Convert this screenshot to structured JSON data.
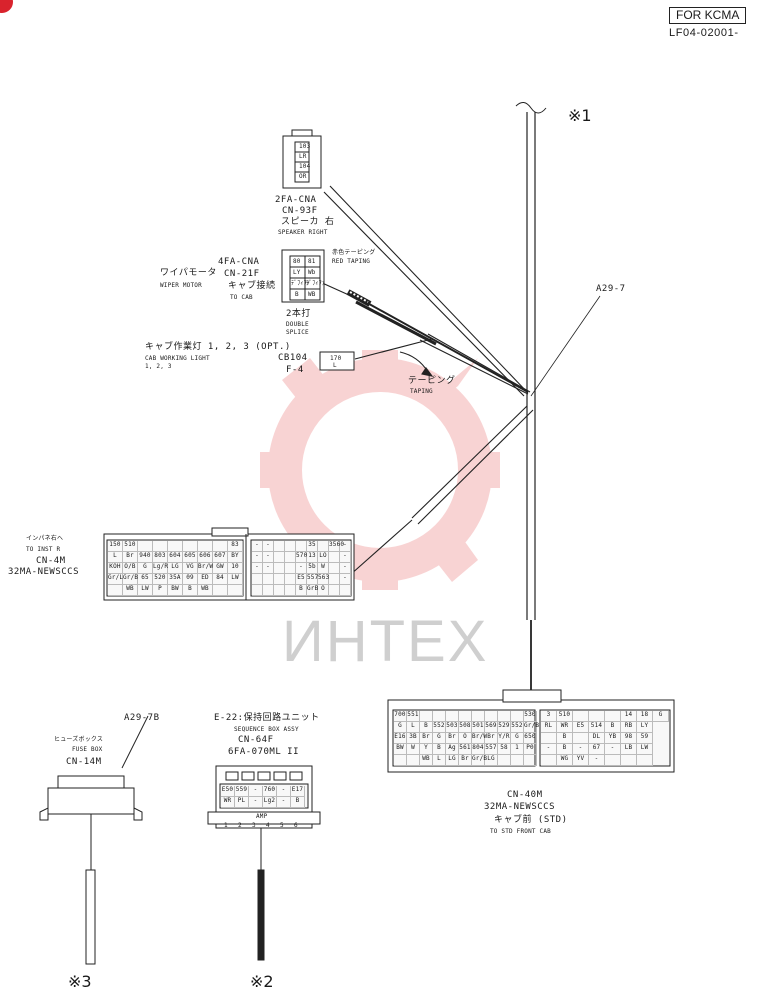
{
  "header": {
    "doc_code": "FOR KCMA",
    "doc_number": "LF04-02001-"
  },
  "refs": {
    "ref1": "※1",
    "ref2": "※2",
    "ref3": "※3"
  },
  "watermark": "ИНТЕХ",
  "speaker": {
    "pins": [
      "103",
      "LR",
      "104",
      "OR"
    ],
    "label": [
      "2FA-CNA",
      "CN-93F",
      "スピーカ 右",
      "SPEAKER RIGHT"
    ]
  },
  "wiper": {
    "pins": [
      "80",
      "81",
      "LY",
      "Wb",
      "ﾃﾞﾌｨﾌｧ",
      "ﾃﾞﾌｨﾌｧ",
      "B",
      "WB"
    ],
    "left_label": [
      "ワイパモータ",
      "WIPER MOTOR"
    ],
    "label": [
      "4FA-CNA",
      "CN-21F",
      "キャブ接続",
      "TO CAB"
    ]
  },
  "red_taping": [
    "赤色テーピング",
    "RED TAPING"
  ],
  "double_splice": [
    "2本打",
    "DOUBLE",
    "SPLICE"
  ],
  "a29_7": "A29-7",
  "cab_light": {
    "label": [
      "キャブ作業灯 1, 2, 3 (OPT.)",
      "CAB WORKING LIGHT",
      "1, 2, 3"
    ],
    "conn_label": [
      "CB104",
      "F-4"
    ],
    "pins": [
      "170",
      "L"
    ]
  },
  "taping": [
    "テーピング",
    "TAPING"
  ],
  "cn4m": {
    "label": [
      "インパネ右へ",
      "TO INST R",
      "CN-4M",
      "32MA-NEWSCCS"
    ],
    "left_rows": [
      [
        "150",
        "510",
        "",
        "",
        "",
        "",
        "",
        "",
        "83"
      ],
      [
        "L",
        "Br",
        "940",
        "803",
        "604",
        "605",
        "606",
        "607",
        "BY"
      ],
      [
        "KOH",
        "O/B",
        "G",
        "Lg/R",
        "LG",
        "VG",
        "Br/W",
        "GW",
        "10"
      ],
      [
        "Gr/L",
        "Gr/B",
        "65",
        "520",
        "35A",
        "09",
        "ED",
        "84",
        "LW"
      ],
      [
        "",
        "WB",
        "LW",
        "P",
        "BW",
        "B",
        "WB",
        "",
        ""
      ]
    ],
    "right_rows": [
      [
        "-",
        "-",
        "",
        "",
        "",
        "35",
        "",
        "3560",
        "-"
      ],
      [
        "-",
        "-",
        "",
        "",
        "570",
        "13",
        "LO",
        "",
        "-"
      ],
      [
        "-",
        "-",
        "",
        "",
        "-",
        "5b",
        "W",
        "",
        "-"
      ],
      [
        "",
        "",
        "",
        "",
        "E5",
        "557",
        "563",
        "",
        "-"
      ],
      [
        "",
        "",
        "",
        "",
        "B",
        "GrB",
        "O",
        "",
        ""
      ]
    ]
  },
  "cn40m": {
    "label": [
      "CN-40M",
      "32MA-NEWSCCS",
      "キャブ前 (STD)",
      "TO STD FRONT CAB"
    ],
    "left_rows": [
      [
        "700",
        "551",
        "",
        "",
        "",
        "",
        "",
        "",
        "",
        "",
        "530"
      ],
      [
        "G",
        "L",
        "B",
        "552",
        "503",
        "508",
        "501",
        "569",
        "529",
        "552",
        "Gr/B"
      ],
      [
        "E16",
        "3B",
        "Br",
        "G",
        "Br",
        "O",
        "Br/W",
        "Br",
        "Y/R",
        "G",
        "650"
      ],
      [
        "BW",
        "W",
        "Y",
        "B",
        "Ag",
        "561",
        "804",
        "557",
        "58",
        "1",
        "P0"
      ],
      [
        "",
        "",
        "WB",
        "L",
        "LG",
        "Br",
        "Gr/B",
        "LG",
        "",
        "",
        ""
      ]
    ],
    "right_rows": [
      [
        "3",
        "510",
        "",
        "",
        "",
        "14",
        "18",
        "G"
      ],
      [
        "RL",
        "WR",
        "E5",
        "514",
        "B",
        "RB",
        "LY"
      ],
      [
        "",
        "B",
        "",
        "DL",
        "YB",
        "98",
        "59"
      ],
      [
        "-",
        "B",
        "-",
        "67",
        "-",
        "LB",
        "LW"
      ],
      [
        "",
        "WG",
        "YV",
        "-",
        "",
        "",
        ""
      ]
    ]
  },
  "fuse": {
    "ref": "A29-7B",
    "label": [
      "ヒューズボックス",
      "FUSE BOX",
      "CN-14M"
    ]
  },
  "sequence": {
    "label": [
      "E-22:保持回路ユニット",
      "SEQUENCE BOX ASSY",
      "CN-64F",
      "6FA-070ML II"
    ],
    "pins_top": [
      "E50",
      "559",
      "-",
      "760",
      "-",
      "E17"
    ],
    "pins_bot": [
      "WR",
      "PL",
      "-",
      "Lg2",
      "-",
      "B"
    ],
    "amp": "AMP",
    "nums": [
      "1",
      "2",
      "3",
      "4",
      "5",
      "6"
    ]
  }
}
